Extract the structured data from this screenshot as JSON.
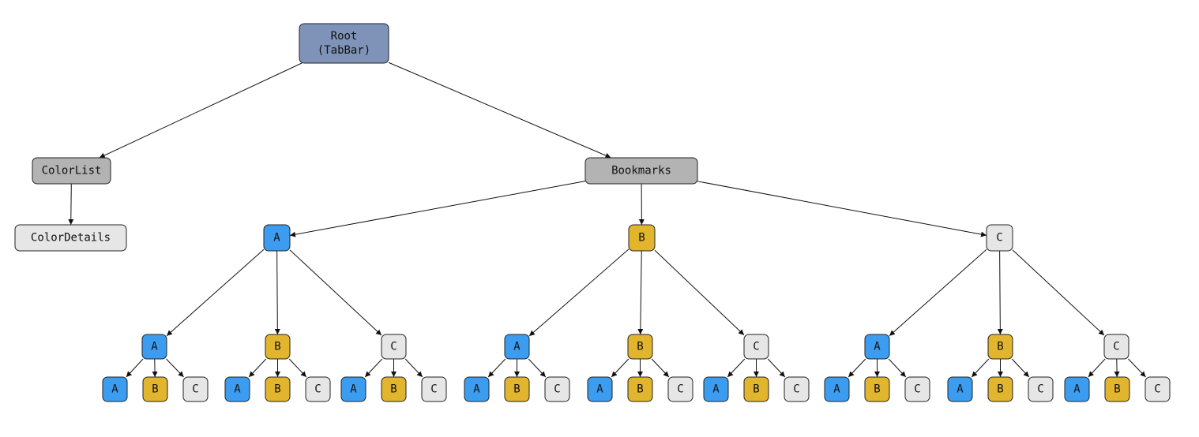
{
  "colors": {
    "root": "#7f93b8",
    "container": "#b3b3b3",
    "plain": "#e6e6e6",
    "a": "#3c9df0",
    "b": "#e2b52e",
    "c": "#e6e6e6",
    "edge": "#111111"
  },
  "nodes": [
    {
      "id": "root",
      "lines": [
        "Root",
        "(TabBar)"
      ],
      "color": "root"
    },
    {
      "id": "colorlist",
      "lines": [
        "ColorList"
      ],
      "color": "container"
    },
    {
      "id": "colordetails",
      "lines": [
        "ColorDetails"
      ],
      "color": "plain"
    },
    {
      "id": "bookmarks",
      "lines": [
        "Bookmarks"
      ],
      "color": "container"
    },
    {
      "id": "A",
      "lines": [
        "A"
      ],
      "color": "a"
    },
    {
      "id": "B",
      "lines": [
        "B"
      ],
      "color": "b"
    },
    {
      "id": "C",
      "lines": [
        "C"
      ],
      "color": "c"
    },
    {
      "id": "AA",
      "lines": [
        "A"
      ],
      "color": "a"
    },
    {
      "id": "AB",
      "lines": [
        "B"
      ],
      "color": "b"
    },
    {
      "id": "AC",
      "lines": [
        "C"
      ],
      "color": "c"
    },
    {
      "id": "BA",
      "lines": [
        "A"
      ],
      "color": "a"
    },
    {
      "id": "BB",
      "lines": [
        "B"
      ],
      "color": "b"
    },
    {
      "id": "BC",
      "lines": [
        "C"
      ],
      "color": "c"
    },
    {
      "id": "CA",
      "lines": [
        "A"
      ],
      "color": "a"
    },
    {
      "id": "CB",
      "lines": [
        "B"
      ],
      "color": "b"
    },
    {
      "id": "CC",
      "lines": [
        "C"
      ],
      "color": "c"
    },
    {
      "id": "AAA",
      "lines": [
        "A"
      ],
      "color": "a"
    },
    {
      "id": "AAB",
      "lines": [
        "B"
      ],
      "color": "b"
    },
    {
      "id": "AAC",
      "lines": [
        "C"
      ],
      "color": "c"
    },
    {
      "id": "ABA",
      "lines": [
        "A"
      ],
      "color": "a"
    },
    {
      "id": "ABB",
      "lines": [
        "B"
      ],
      "color": "b"
    },
    {
      "id": "ABC",
      "lines": [
        "C"
      ],
      "color": "c"
    },
    {
      "id": "ACA",
      "lines": [
        "A"
      ],
      "color": "a"
    },
    {
      "id": "ACB",
      "lines": [
        "B"
      ],
      "color": "b"
    },
    {
      "id": "ACC",
      "lines": [
        "C"
      ],
      "color": "c"
    },
    {
      "id": "BAA",
      "lines": [
        "A"
      ],
      "color": "a"
    },
    {
      "id": "BAB",
      "lines": [
        "B"
      ],
      "color": "b"
    },
    {
      "id": "BAC",
      "lines": [
        "C"
      ],
      "color": "c"
    },
    {
      "id": "BBA",
      "lines": [
        "A"
      ],
      "color": "a"
    },
    {
      "id": "BBB",
      "lines": [
        "B"
      ],
      "color": "b"
    },
    {
      "id": "BBC",
      "lines": [
        "C"
      ],
      "color": "c"
    },
    {
      "id": "BCA",
      "lines": [
        "A"
      ],
      "color": "a"
    },
    {
      "id": "BCB",
      "lines": [
        "B"
      ],
      "color": "b"
    },
    {
      "id": "BCC",
      "lines": [
        "C"
      ],
      "color": "c"
    },
    {
      "id": "CAA",
      "lines": [
        "A"
      ],
      "color": "a"
    },
    {
      "id": "CAB",
      "lines": [
        "B"
      ],
      "color": "b"
    },
    {
      "id": "CAC",
      "lines": [
        "C"
      ],
      "color": "c"
    },
    {
      "id": "CBA",
      "lines": [
        "A"
      ],
      "color": "a"
    },
    {
      "id": "CBB",
      "lines": [
        "B"
      ],
      "color": "b"
    },
    {
      "id": "CBC",
      "lines": [
        "C"
      ],
      "color": "c"
    },
    {
      "id": "CCA",
      "lines": [
        "A"
      ],
      "color": "a"
    },
    {
      "id": "CCB",
      "lines": [
        "B"
      ],
      "color": "b"
    },
    {
      "id": "CCC",
      "lines": [
        "C"
      ],
      "color": "c"
    }
  ],
  "edges": [
    [
      "root",
      "colorlist"
    ],
    [
      "root",
      "bookmarks"
    ],
    [
      "colorlist",
      "colordetails"
    ],
    [
      "bookmarks",
      "A"
    ],
    [
      "bookmarks",
      "B"
    ],
    [
      "bookmarks",
      "C"
    ],
    [
      "A",
      "AA"
    ],
    [
      "A",
      "AB"
    ],
    [
      "A",
      "AC"
    ],
    [
      "B",
      "BA"
    ],
    [
      "B",
      "BB"
    ],
    [
      "B",
      "BC"
    ],
    [
      "C",
      "CA"
    ],
    [
      "C",
      "CB"
    ],
    [
      "C",
      "CC"
    ],
    [
      "AA",
      "AAA"
    ],
    [
      "AA",
      "AAB"
    ],
    [
      "AA",
      "AAC"
    ],
    [
      "AB",
      "ABA"
    ],
    [
      "AB",
      "ABB"
    ],
    [
      "AB",
      "ABC"
    ],
    [
      "AC",
      "ACA"
    ],
    [
      "AC",
      "ACB"
    ],
    [
      "AC",
      "ACC"
    ],
    [
      "BA",
      "BAA"
    ],
    [
      "BA",
      "BAB"
    ],
    [
      "BA",
      "BAC"
    ],
    [
      "BB",
      "BBA"
    ],
    [
      "BB",
      "BBB"
    ],
    [
      "BB",
      "BBC"
    ],
    [
      "BC",
      "BCA"
    ],
    [
      "BC",
      "BCB"
    ],
    [
      "BC",
      "BCC"
    ],
    [
      "CA",
      "CAA"
    ],
    [
      "CA",
      "CAB"
    ],
    [
      "CA",
      "CAC"
    ],
    [
      "CB",
      "CBA"
    ],
    [
      "CB",
      "CBB"
    ],
    [
      "CB",
      "CBC"
    ],
    [
      "CC",
      "CCA"
    ],
    [
      "CC",
      "CCB"
    ],
    [
      "CC",
      "CCC"
    ]
  ]
}
